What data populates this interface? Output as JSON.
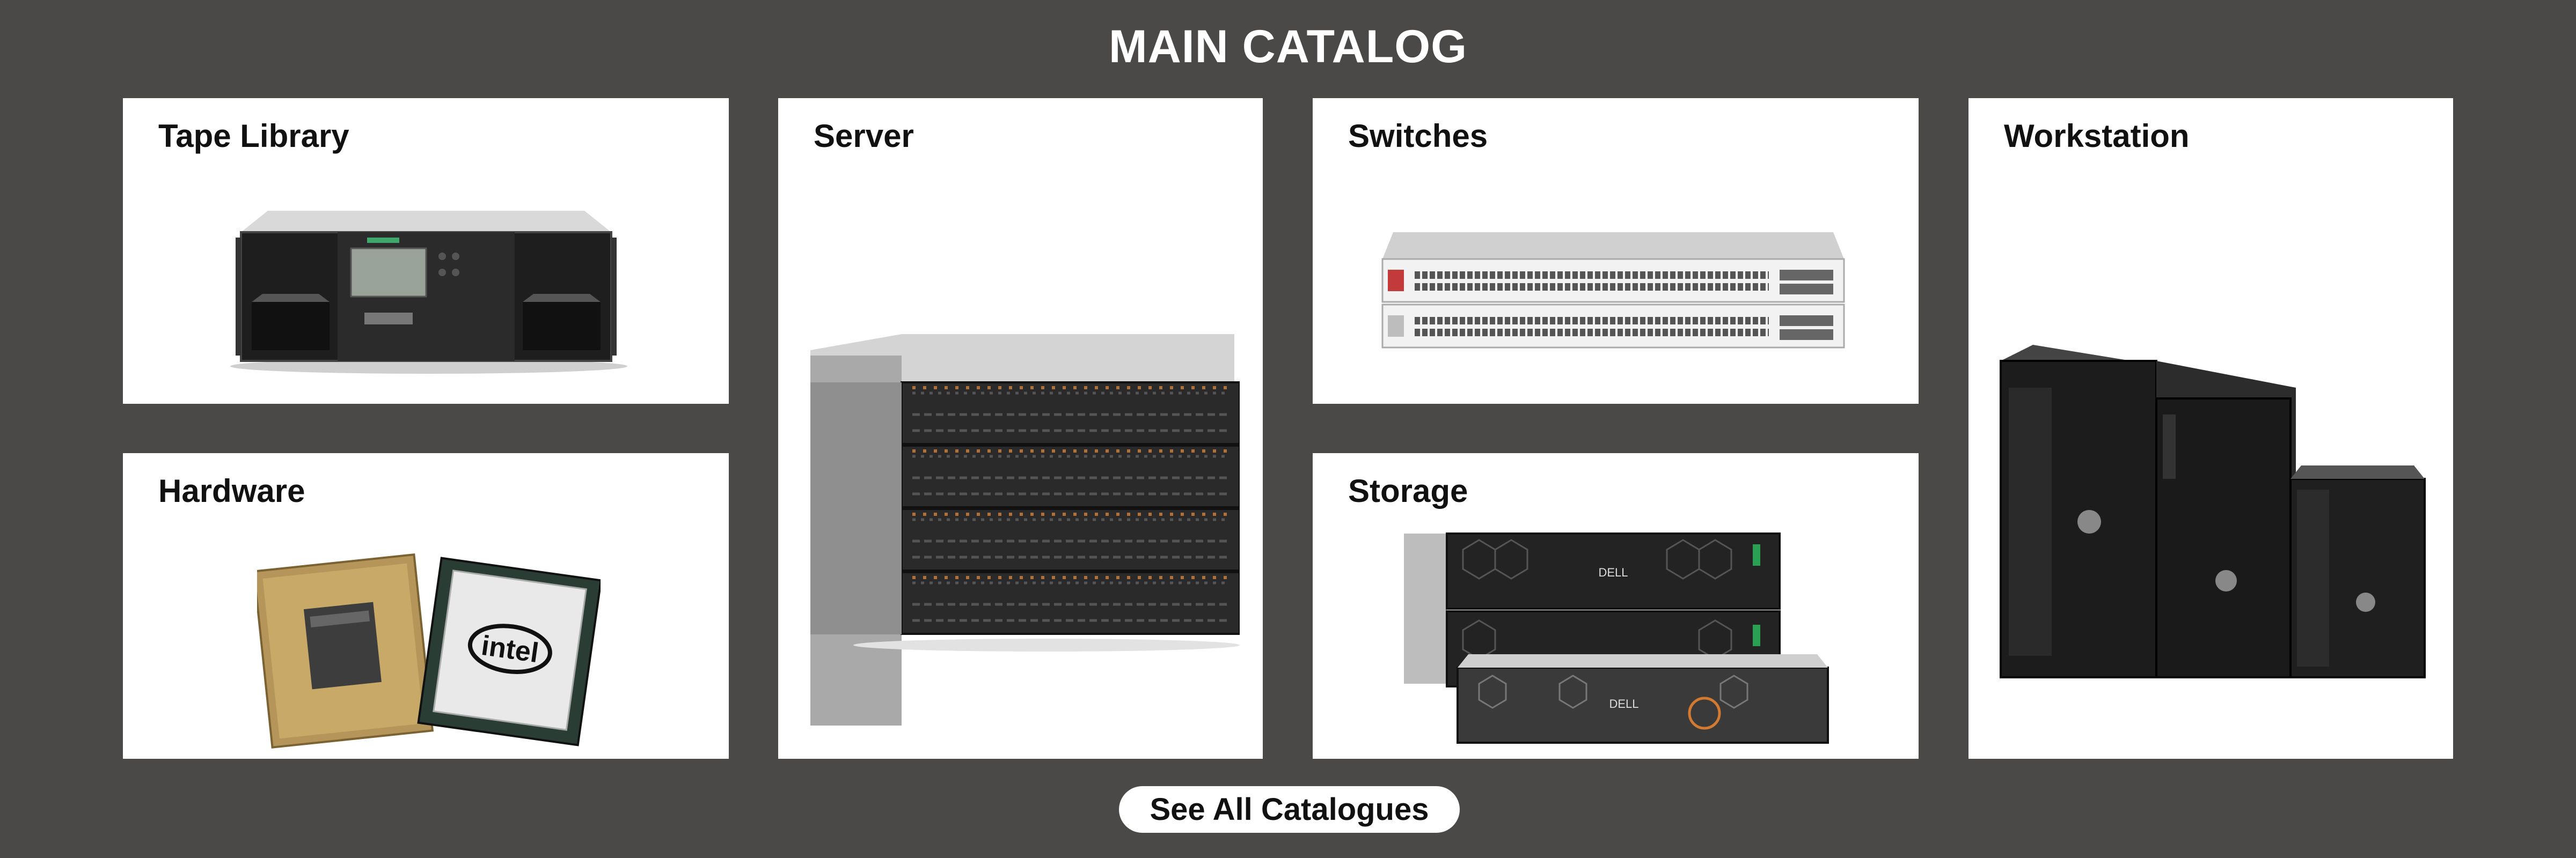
{
  "page": {
    "title": "MAIN CATALOG"
  },
  "cards": {
    "tape_library": {
      "label": "Tape Library"
    },
    "server": {
      "label": "Server"
    },
    "switches": {
      "label": "Switches"
    },
    "workstation": {
      "label": "Workstation"
    },
    "hardware": {
      "label": "Hardware",
      "chip_brand": "intel"
    },
    "storage": {
      "label": "Storage",
      "brand": "DELL"
    }
  },
  "cta": {
    "label": "See All Catalogues"
  }
}
